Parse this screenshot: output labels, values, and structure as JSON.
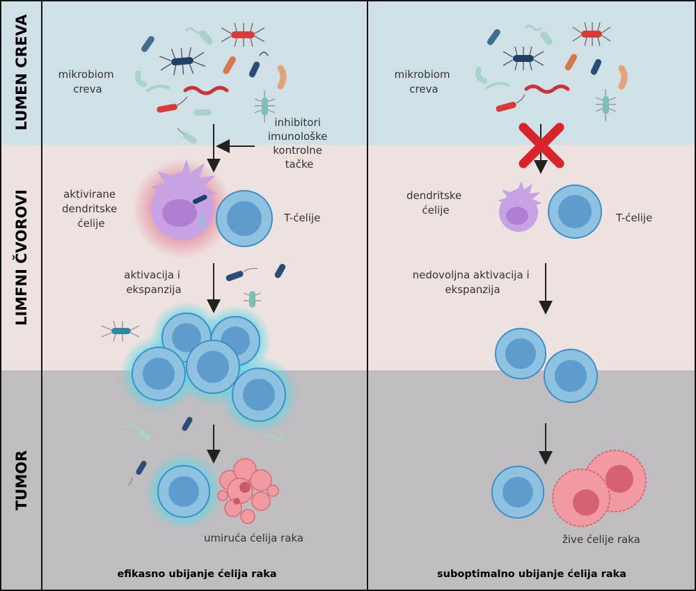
{
  "bands": {
    "lumen": "LUMEN CREVA",
    "lymph": "LIMFNI ČVOROVI",
    "tumor": "TUMOR"
  },
  "left": {
    "microbiome": [
      "mikrobiom",
      "creva"
    ],
    "inhibitors": [
      "inhibitori",
      "imunološke",
      "kontrolne",
      "tačke"
    ],
    "dendritic": [
      "aktivirane",
      "dendritske",
      "ćelije"
    ],
    "tcells": "T-ćelije",
    "activation": [
      "aktivacija i",
      "ekspanzija"
    ],
    "dying": "umiruća ćelija raka",
    "caption": "efikasno ubijanje ćelija raka"
  },
  "right": {
    "microbiome": [
      "mikrobiom",
      "creva"
    ],
    "dendritic": [
      "dendritske",
      "ćelije"
    ],
    "tcells": "T-ćelije",
    "activation": [
      "nedovoljna aktivacija i",
      "ekspanzija"
    ],
    "living": "žive ćelije raka",
    "caption": "suboptimalno ubijanje ćelija raka"
  },
  "colors": {
    "lumen": "#cfe1e6",
    "lymph": "#ede2e0",
    "tumor": "#bfbdbf",
    "tcell": "#8ec2e0",
    "tcell_nucleus": "#5d9ccc",
    "dendritic": "#c8a3e3",
    "cancer": "#f29aa2",
    "cross": "#d9232a"
  }
}
